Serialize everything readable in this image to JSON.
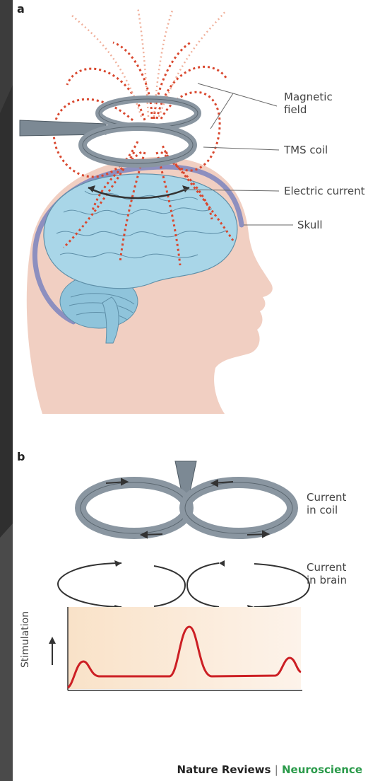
{
  "panel_a": {
    "letter": "a",
    "labels": {
      "magnetic_field": [
        "Magnetic",
        "field"
      ],
      "tms_coil": "TMS coil",
      "electric_current": "Electric current",
      "skull": "Skull"
    }
  },
  "panel_b": {
    "letter": "b",
    "labels": {
      "current_in_coil": [
        "Current",
        "in coil"
      ],
      "current_in_brain": [
        "Current",
        "in brain"
      ]
    },
    "plot": {
      "ylabel": "Stimulation"
    }
  },
  "credit": {
    "journal": "Nature Reviews",
    "separator": "|",
    "section": "Neuroscience"
  },
  "colors": {
    "field_lines": "#d9482f",
    "coil": "#8a96a1",
    "brain": "#a9d6e8",
    "skin": "#f1cfc2",
    "trace": "#cc1f24"
  }
}
